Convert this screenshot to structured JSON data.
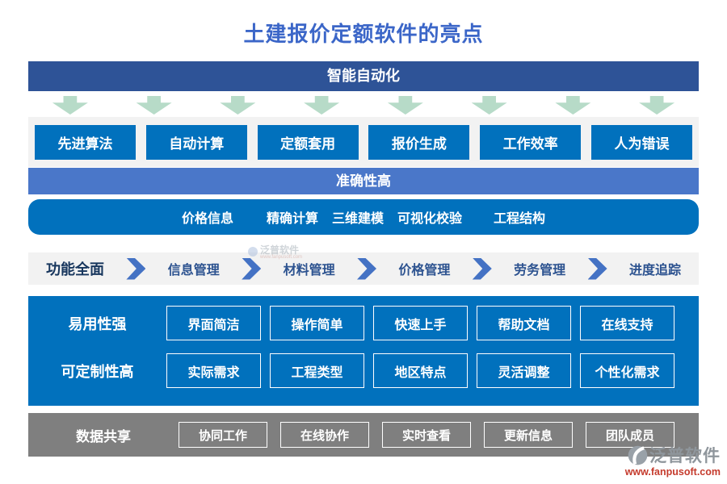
{
  "title": "土建报价定额软件的亮点",
  "smart": {
    "banner": "智能自动化",
    "arrow_count": 8,
    "items": [
      "先进算法",
      "自动计算",
      "定额套用",
      "报价生成",
      "工作效率",
      "人为错误"
    ]
  },
  "accuracy": {
    "banner": "准确性高",
    "items": [
      "价格信息",
      "精确计算",
      "三维建模",
      "可视化校验",
      "工程结构"
    ]
  },
  "functions": {
    "label": "功能全面",
    "items": [
      "信息管理",
      "材料管理",
      "价格管理",
      "劳务管理",
      "进度追踪"
    ]
  },
  "features": {
    "row1": {
      "label": "易用性强",
      "items": [
        "界面简洁",
        "操作简单",
        "快速上手",
        "帮助文档",
        "在线支持"
      ]
    },
    "row2": {
      "label": "可定制性高",
      "items": [
        "实际需求",
        "工程类型",
        "地区特点",
        "灵活调整",
        "个性化需求"
      ]
    }
  },
  "sharing": {
    "label": "数据共享",
    "items": [
      "协同工作",
      "在线协作",
      "实时查看",
      "更新信息",
      "团队成员"
    ]
  },
  "watermark": {
    "text": "泛普软件",
    "url": "www.fanpusoft.com"
  },
  "logo": {
    "name": "泛普软件",
    "url": "www.fanpusoft.com"
  },
  "colors": {
    "title_blue": "#3b66c8",
    "navy_banner": "#2e5397",
    "medium_blue_banner": "#4a77c9",
    "bright_blue": "#0171bd",
    "mint_arrow": "#b7dbc8",
    "strip_gray": "#f2f2f2",
    "panel_gray": "#7f7f7f",
    "chevron_blue": "#4472c4",
    "nav_label_navy": "#17365d",
    "logo_gray": "#8f969c",
    "url_red": "#c53b2d"
  }
}
